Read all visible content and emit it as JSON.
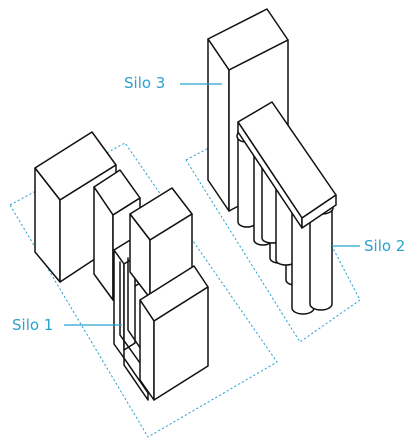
{
  "colors": {
    "accent": "#2aa2cf",
    "outline": "#111111",
    "background": "#ffffff"
  },
  "labels": {
    "silo1": "Silo 1",
    "silo2": "Silo 2",
    "silo3": "Silo 3"
  }
}
